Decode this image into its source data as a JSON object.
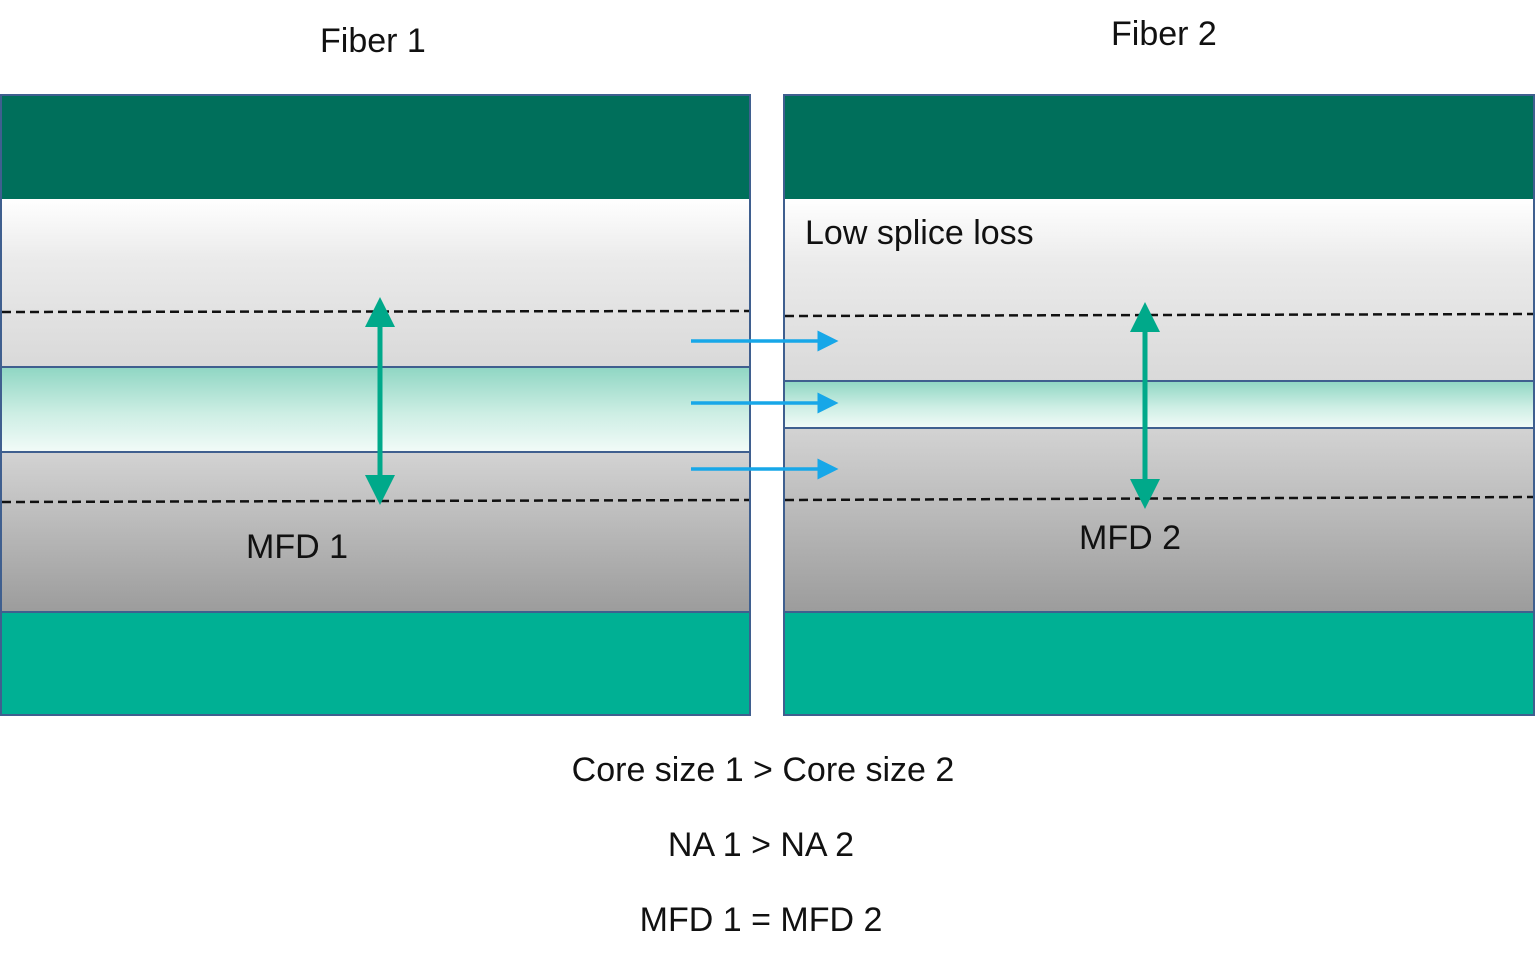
{
  "fiber1": {
    "title": "Fiber 1",
    "mfd_label": "MFD 1"
  },
  "fiber2": {
    "title": "Fiber 2",
    "mfd_label": "MFD 2"
  },
  "annotation": "Low splice loss",
  "relations": {
    "core": "Core size 1 > Core size 2",
    "na": "NA 1 > NA 2",
    "mfd": "MFD 1 = MFD 2"
  },
  "colors": {
    "jacket_top": "#006f5b",
    "jacket_bottom": "#00b094",
    "core_gradient_top": "#8fd6c3",
    "mfd_arrow": "#00a98a",
    "light_arrow": "#17a7e8",
    "border": "#3f5f8f"
  }
}
